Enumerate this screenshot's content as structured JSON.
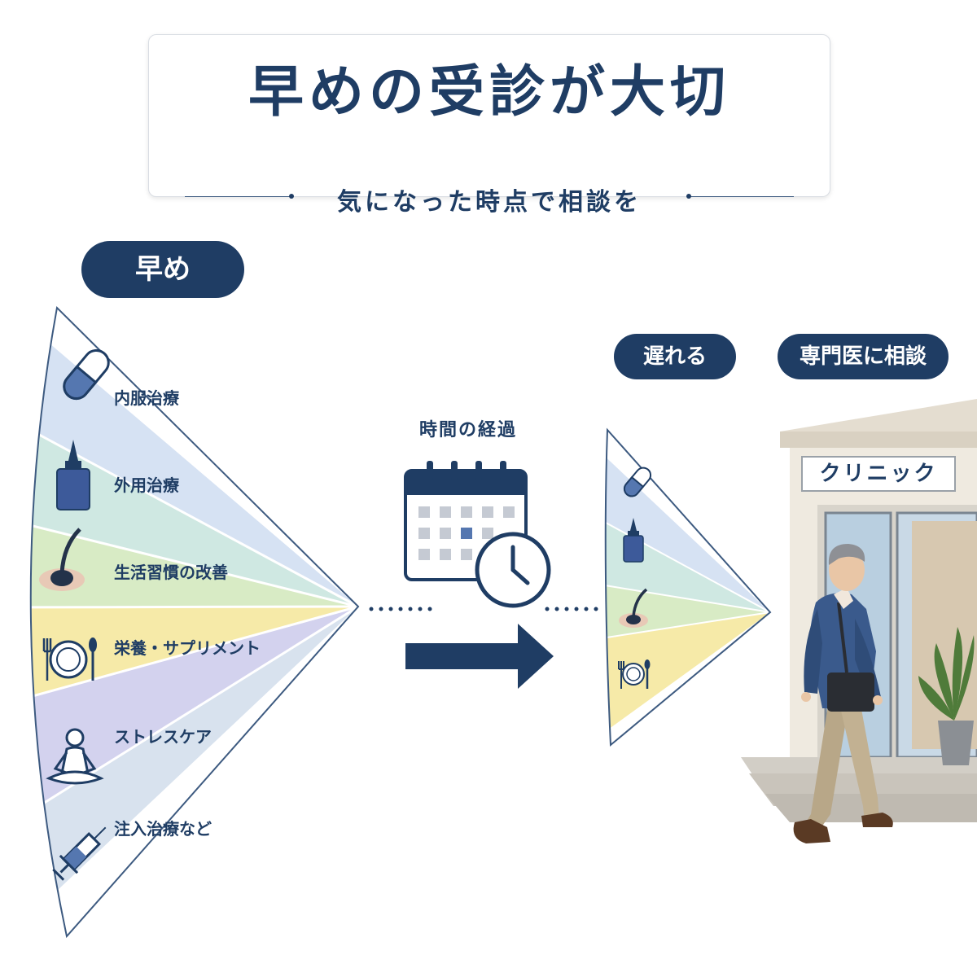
{
  "header": {
    "title": "早めの受診が大切",
    "subtitle": "気になった時点で相談を"
  },
  "labels": {
    "early": "早め",
    "late": "遅れる",
    "consult": "専門医に相談",
    "time_passing": "時間の経過",
    "clinic": "クリニック"
  },
  "early_options": [
    {
      "label": "内服治療",
      "icon": "capsule-icon"
    },
    {
      "label": "外用治療",
      "icon": "dropper-bottle-icon"
    },
    {
      "label": "生活習慣の改善",
      "icon": "hair-follicle-icon"
    },
    {
      "label": "栄養・サプリメント",
      "icon": "plate-fork-spoon-icon"
    },
    {
      "label": "ストレスケア",
      "icon": "meditation-person-icon"
    },
    {
      "label": "注入治療など",
      "icon": "syringe-icon"
    }
  ],
  "late_options": [
    {
      "icon": "capsule-icon"
    },
    {
      "icon": "dropper-bottle-icon"
    },
    {
      "icon": "hair-follicle-icon"
    },
    {
      "icon": "plate-fork-spoon-icon"
    }
  ],
  "colors": {
    "navy": "#1f3d64",
    "band_blue": "#d6e2f3",
    "band_teal": "#cfe8e2",
    "band_green": "#d8ebc5",
    "band_yellow": "#f6eaa8",
    "band_purple": "#d3d2ee",
    "band_lightblue": "#d8e2ee"
  }
}
